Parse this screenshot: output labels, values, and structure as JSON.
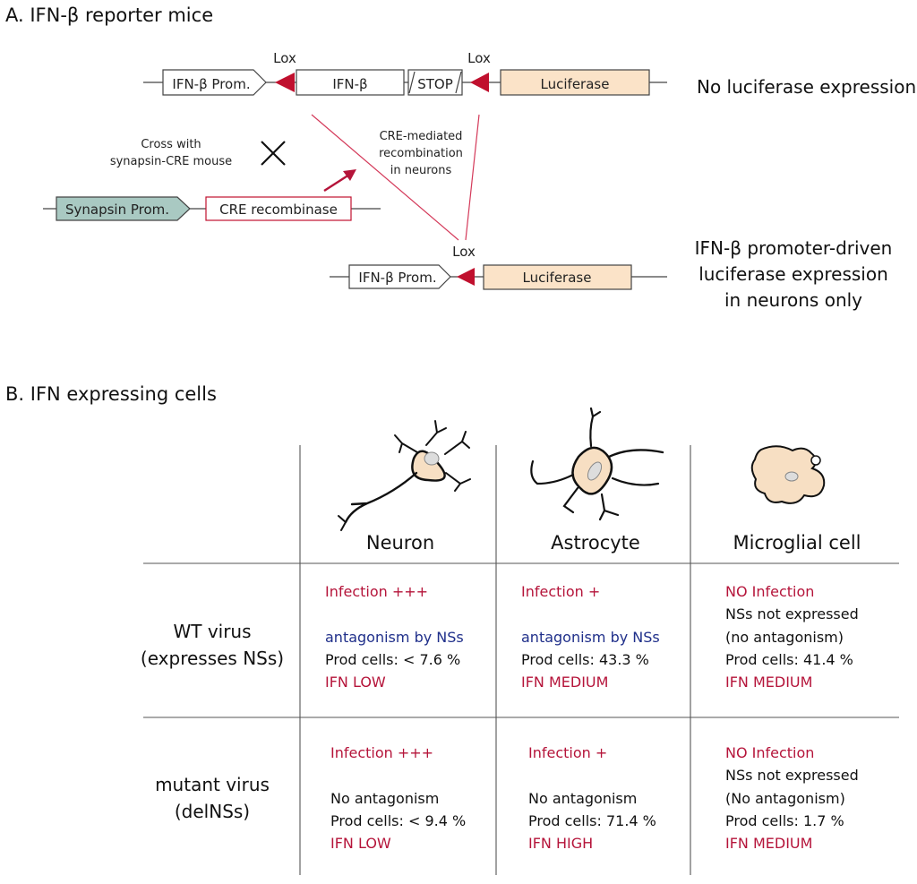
{
  "panel_a": {
    "title": "A. IFN-β reporter mice",
    "construct_top": {
      "promoter": "IFN-β Prom.",
      "gene": "IFN-β",
      "stop": "STOP",
      "reporter": "Luciferase",
      "lox_left": "Lox",
      "lox_right": "Lox"
    },
    "result_top": "No luciferase expression",
    "cross_text": [
      "Cross with",
      "synapsin-CRE mouse"
    ],
    "cross_symbol": "×",
    "cre_construct": {
      "promoter": "Synapsin Prom.",
      "gene": "CRE recombinase"
    },
    "recombination_text": [
      "CRE-mediated",
      "recombination",
      "in neurons"
    ],
    "construct_bottom": {
      "promoter": "IFN-β Prom.",
      "reporter": "Luciferase",
      "lox": "Lox"
    },
    "result_bottom": [
      "IFN-β promoter-driven",
      "luciferase expression",
      "in neurons only"
    ]
  },
  "panel_b": {
    "title": "B. IFN expressing cells",
    "columns": [
      "Neuron",
      "Astrocyte",
      "Microglial cell"
    ],
    "rows": [
      {
        "label": [
          "WT virus",
          "(expresses NSs)"
        ],
        "cells": [
          [
            "Infection +++",
            "",
            "antagonism by NSs",
            "Prod cells: < 7.6 %",
            "IFN  LOW"
          ],
          [
            "Infection +",
            "",
            "antagonism by NSs",
            "Prod cells: 43.3 %",
            "IFN  MEDIUM"
          ],
          [
            "NO Infection",
            "NSs not expressed",
            "(no antagonism)",
            "Prod cells: 41.4 %",
            "IFN  MEDIUM"
          ]
        ]
      },
      {
        "label": [
          "mutant virus",
          "(delNSs)"
        ],
        "cells": [
          [
            "Infection +++",
            "",
            "No antagonism",
            "Prod cells: < 9.4 %",
            "IFN LOW"
          ],
          [
            "Infection +",
            "",
            "No antagonism",
            "Prod cells: 71.4 %",
            "IFN  HIGH"
          ],
          [
            "NO Infection",
            "NSs not expressed",
            "(No antagonism)",
            "Prod cells: 1.7 %",
            "IFN  MEDIUM"
          ]
        ]
      }
    ]
  },
  "colors": {
    "red_text": "#b5143a",
    "blue_text": "#1f2f8a",
    "lox_red": "#c0102e",
    "luciferase_fill": "#fbe3c8",
    "synapsin_fill": "#a9c9c2",
    "cell_fill": "#f7dfc3",
    "grid": "#555555"
  }
}
